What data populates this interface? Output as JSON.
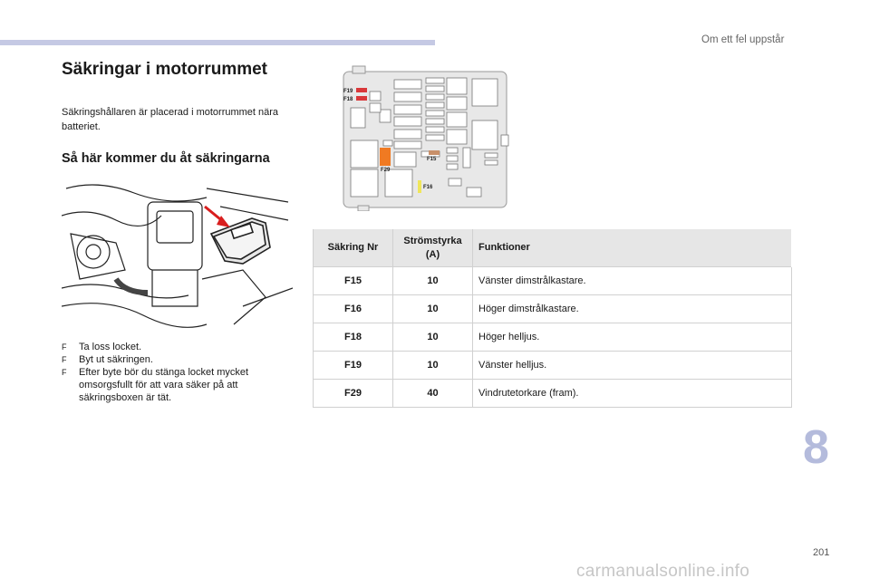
{
  "header": {
    "section_title": "Om ett fel uppstår"
  },
  "title": "Säkringar i motorrummet",
  "intro": "Säkringshållaren är placerad i motorrummet nära batteriet.",
  "access_heading": "Så här kommer du åt säkringarna",
  "steps": [
    {
      "bullet": "F",
      "text": "Ta loss locket."
    },
    {
      "bullet": "F",
      "text": "Byt ut säkringen."
    },
    {
      "bullet": "F",
      "text": "Efter byte bör du stänga locket mycket omsorgsfullt för att vara säker på att säkringsboxen är tät."
    }
  ],
  "diagram": {
    "labels": {
      "f19": "F19",
      "f18": "F18",
      "f15": "F15",
      "f29": "F29",
      "f16": "F16"
    },
    "colors": {
      "f19": "#d9383a",
      "f18": "#d9383a",
      "f15": "#c8906a",
      "f29": "#f07a22",
      "f16": "#f0e65a"
    }
  },
  "table": {
    "headers": {
      "fuse": "Säkring Nr",
      "amp": "Strömstyrka (A)",
      "func": "Funktioner"
    },
    "rows": [
      {
        "fuse": "F15",
        "amp": "10",
        "func": "Vänster dimstrålkastare."
      },
      {
        "fuse": "F16",
        "amp": "10",
        "func": "Höger dimstrålkastare."
      },
      {
        "fuse": "F18",
        "amp": "10",
        "func": "Höger helljus."
      },
      {
        "fuse": "F19",
        "amp": "10",
        "func": "Vänster helljus."
      },
      {
        "fuse": "F29",
        "amp": "40",
        "func": "Vindrutetorkare (fram)."
      }
    ]
  },
  "chapter_number": "8",
  "page_number": "201",
  "watermark": "carmanualsonline.info"
}
